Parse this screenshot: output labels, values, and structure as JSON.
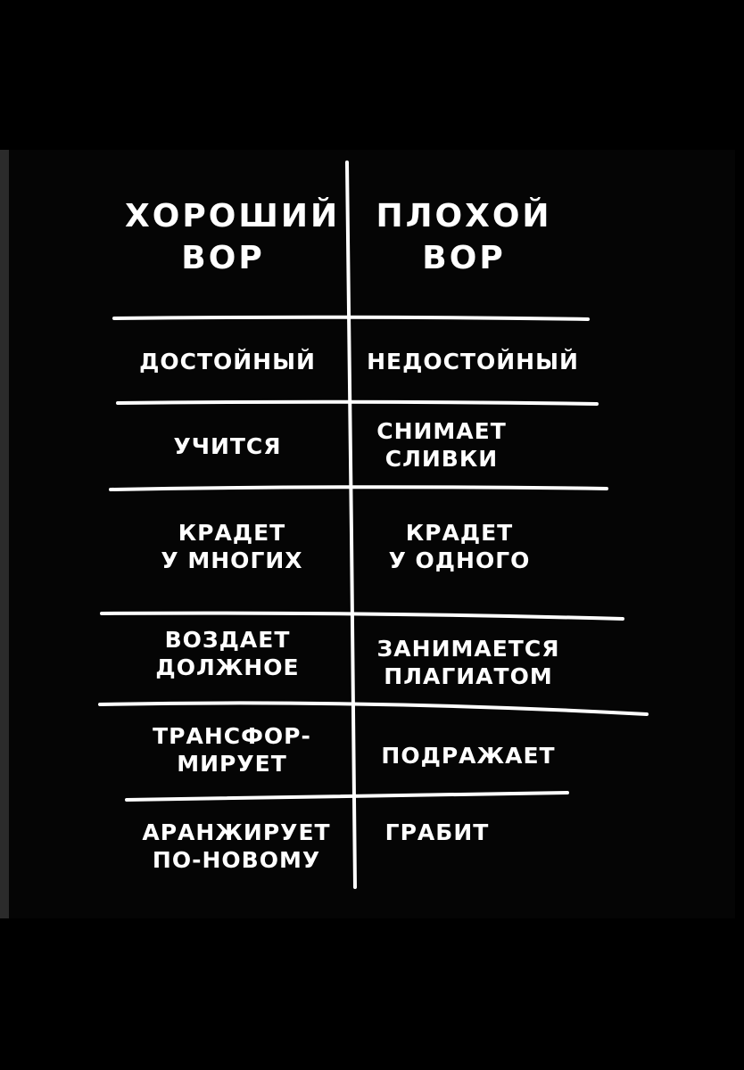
{
  "table": {
    "headers": [
      "ХОРОШИЙ\nВОР",
      "ПЛОХОЙ\nВОР"
    ],
    "rows": [
      {
        "good": "ДОСТОЙНЫЙ",
        "bad": "НЕДОСТОЙНЫЙ"
      },
      {
        "good": "УЧИТСЯ",
        "bad": "СНИМАЕТ\nСЛИВКИ"
      },
      {
        "good": "КРАДЕТ\nУ МНОГИХ",
        "bad": "КРАДЕТ\nУ ОДНОГО"
      },
      {
        "good": "ВОЗДАЕТ\nДОЛЖНОЕ",
        "bad": "ЗАНИМАЕТСЯ\nПЛАГИАТОМ"
      },
      {
        "good": "ТРАНСФОР-\nМИРУЕТ",
        "bad": "ПОДРАЖАЕТ"
      },
      {
        "good": "АРАНЖИРУЕТ\nПО-НОВОМУ",
        "bad": "ГРАБИТ"
      }
    ]
  },
  "colors": {
    "background": "#000000",
    "ink": "#ffffff"
  }
}
